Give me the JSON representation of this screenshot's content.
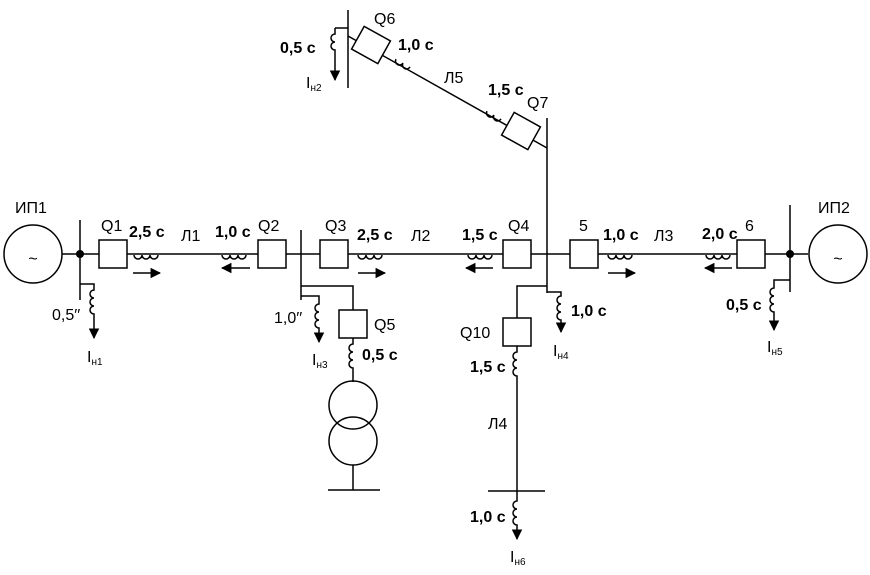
{
  "sources": {
    "ip1": "ИП1",
    "ip2": "ИП2",
    "symbol": "~"
  },
  "breakers": {
    "q1": "Q1",
    "q2": "Q2",
    "q3": "Q3",
    "q4": "Q4",
    "q5": "Q5",
    "q6": "Q6",
    "q7": "Q7",
    "q10": "Q10",
    "b5": "5",
    "b6": "6"
  },
  "lines": {
    "l1": "Л1",
    "l2": "Л2",
    "l3": "Л3",
    "l4": "Л4",
    "l5": "Л5"
  },
  "times": {
    "q1": "2,5 с",
    "q2": "1,0 с",
    "q3": "2,5 с",
    "q4": "1,5 с",
    "b5": "1,0 с",
    "b6": "2,0 с",
    "q5": "0,5 с",
    "q6": "1,0 с",
    "q7": "1,5 с",
    "q10": "1,5 с",
    "l4_end": "1,0 с",
    "load1": "0,5′′",
    "load2": "0,5 с",
    "load3": "1,0′′",
    "load4": "1,0 с",
    "load5": "0,5 с"
  },
  "loads": {
    "main": "I",
    "sub": "н",
    "n1": "1",
    "n2": "2",
    "n3": "3",
    "n4": "4",
    "n5": "5",
    "n6": "6"
  }
}
